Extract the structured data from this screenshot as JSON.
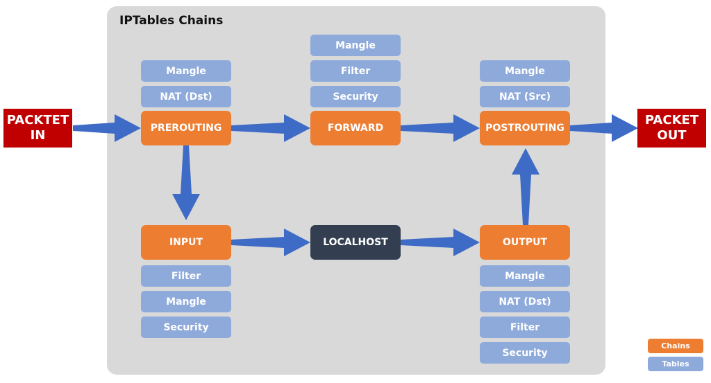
{
  "title": "IPTables Chains",
  "colors": {
    "chain": "#ed7d31",
    "table": "#8eaadb",
    "localhost": "#333f50",
    "packet": "#c00000",
    "arrow": "#3e6bc5",
    "panel": "#d9d9d9"
  },
  "packet_in": "PACKTET\nIN",
  "packet_out": "PACKET\nOUT",
  "chains": {
    "prerouting": "PREROUTING",
    "forward": "FORWARD",
    "postrouting": "POSTROUTING",
    "input": "INPUT",
    "localhost": "LOCALHOST",
    "output": "OUTPUT"
  },
  "tables": {
    "prerouting": [
      "Mangle",
      "NAT (Dst)"
    ],
    "forward": [
      "Mangle",
      "Filter",
      "Security"
    ],
    "postrouting": [
      "Mangle",
      "NAT (Src)"
    ],
    "input": [
      "Filter",
      "Mangle",
      "Security"
    ],
    "output": [
      "Mangle",
      "NAT (Dst)",
      "Filter",
      "Security"
    ]
  },
  "legend": {
    "chains": "Chains",
    "tables": "Tables"
  }
}
